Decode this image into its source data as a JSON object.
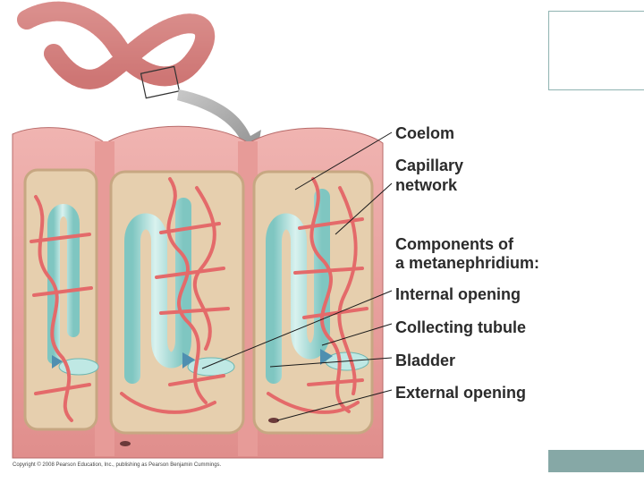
{
  "labels": {
    "coelom": "Coelom",
    "capillary_1": "Capillary",
    "capillary_2": "network",
    "components_1": "Components of",
    "components_2": "a metanephridium:",
    "internal_opening": "Internal opening",
    "collecting_tubule": "Collecting tubule",
    "bladder": "Bladder",
    "external_opening": "External opening"
  },
  "copyright": "Copyright © 2008 Pearson Education, Inc., publishing as Pearson Benjamin Cummings.",
  "colors": {
    "body_wall": "#e9a5a3",
    "coelom": "#e6cfae",
    "capillary": "#e46a6a",
    "tubule": "#9ed6d2",
    "slide_accent": "#86a8a6"
  }
}
